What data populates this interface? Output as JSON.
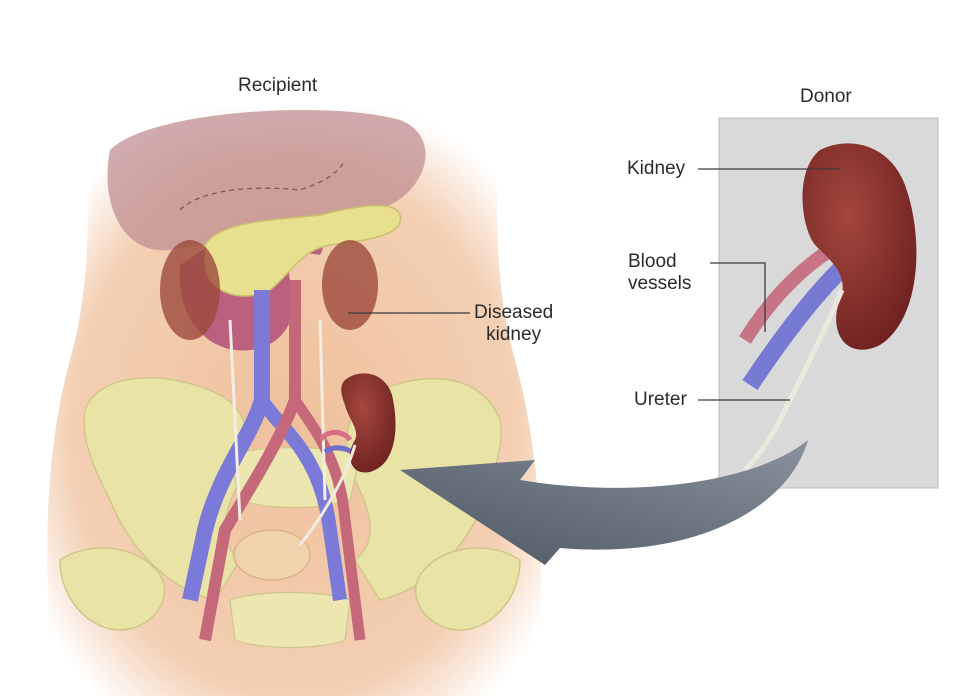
{
  "labels": {
    "recipient": "Recipient",
    "donor": "Donor",
    "diseased_kidney_line1": "Diseased",
    "diseased_kidney_line2": "kidney",
    "kidney": "Kidney",
    "blood_vessels_line1": "Blood",
    "blood_vessels_line2": "vessels",
    "ureter": "Ureter"
  },
  "colors": {
    "skin": "#f2c9a8",
    "bone": "#e9e3a6",
    "kidney": "#7d2a26",
    "artery": "#c4687a",
    "vein": "#6b6fd0",
    "donor_panel": "#d9d9d9",
    "arrow": "#56606e"
  }
}
